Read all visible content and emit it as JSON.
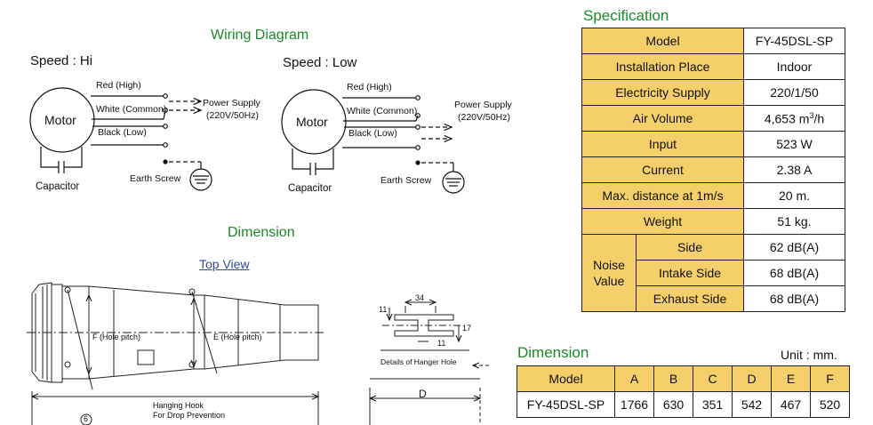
{
  "wiring": {
    "title": "Wiring Diagram",
    "hi": {
      "speed": "Speed : Hi",
      "motor": "Motor",
      "capacitor": "Capacitor",
      "wire_red": "Red (High)",
      "wire_white": "White (Common)",
      "wire_black": "Black (Low)",
      "power_line1": "Power Supply",
      "power_line2": "(220V/50Hz)",
      "earth": "Earth Screw"
    },
    "low": {
      "speed": "Speed : Low",
      "motor": "Motor",
      "capacitor": "Capacitor",
      "wire_red": "Red (High)",
      "wire_white": "White (Common)",
      "wire_black": "Black (Low)",
      "power_line1": "Power Supply",
      "power_line2": "(220V/50Hz)",
      "earth": "Earth Screw"
    }
  },
  "dimension_drawing": {
    "title": "Dimension",
    "top_view": "Top View",
    "f_label": "F (Hole pitch)",
    "e_label": "E (Hole pitch)",
    "hook_line1": "Hanging Hook",
    "hook_line2": "For Drop Prevention",
    "circle_num": "6",
    "hanger_34": "34",
    "hanger_11a": "11",
    "hanger_11b": "11",
    "hanger_17": "17",
    "hanger_caption": "Details of Hanger Hole",
    "d_label": "D"
  },
  "specification": {
    "title": "Specification",
    "model_label": "Model",
    "model_value": "FY-45DSL-SP",
    "installation_label": "Installation Place",
    "installation_value": "Indoor",
    "electricity_label": "Electricity Supply",
    "electricity_value": "220/1/50",
    "air_label": "Air Volume",
    "air_value": "4,653 m",
    "air_sup": "3",
    "air_unit": "/h",
    "input_label": "Input",
    "input_value": "523 W",
    "current_label": "Current",
    "current_value": "2.38 A",
    "distance_label": "Max. distance at 1m/s",
    "distance_value": "20 m.",
    "weight_label": "Weight",
    "weight_value": "51 kg.",
    "noise_label_1": "Noise",
    "noise_label_2": "Value",
    "noise_side_label": "Side",
    "noise_side_value": "62 dB(A)",
    "noise_intake_label": "Intake Side",
    "noise_intake_value": "68 dB(A)",
    "noise_exhaust_label": "Exhaust Side",
    "noise_exhaust_value": "68 dB(A)"
  },
  "dimension_table": {
    "title": "Dimension",
    "unit": "Unit : mm.",
    "headers": [
      "Model",
      "A",
      "B",
      "C",
      "D",
      "E",
      "F"
    ],
    "row": [
      "FY-45DSL-SP",
      "1766",
      "630",
      "351",
      "542",
      "467",
      "520"
    ]
  }
}
